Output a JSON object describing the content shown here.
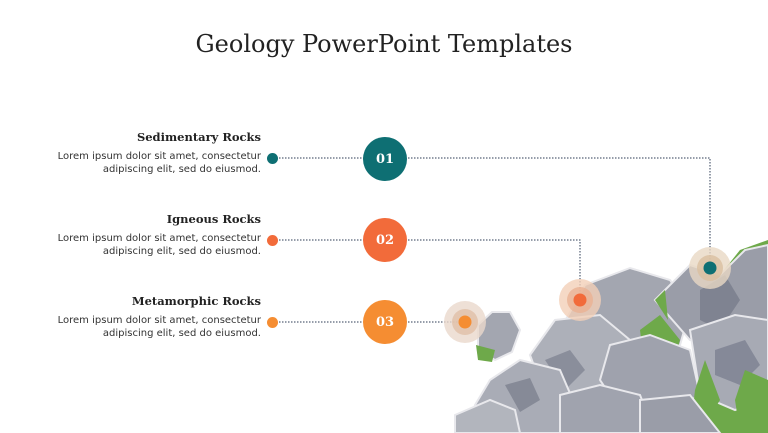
{
  "slide": {
    "title": "Geology PowerPoint Templates"
  },
  "items": [
    {
      "number": "01",
      "title": "Sedimentary Rocks",
      "description": "Lorem ipsum dolor sit amet, consectetur adipiscing elit, sed do eiusmod.",
      "color": "#0e6f73"
    },
    {
      "number": "02",
      "title": "Igneous Rocks",
      "description": "Lorem ipsum dolor sit amet, consectetur adipiscing elit, sed do eiusmod.",
      "color": "#f26b3a"
    },
    {
      "number": "03",
      "title": "Metamorphic Rocks",
      "description": "Lorem ipsum dolor sit amet, consectetur adipiscing elit, sed do eiusmod.",
      "color": "#f58d32"
    }
  ]
}
